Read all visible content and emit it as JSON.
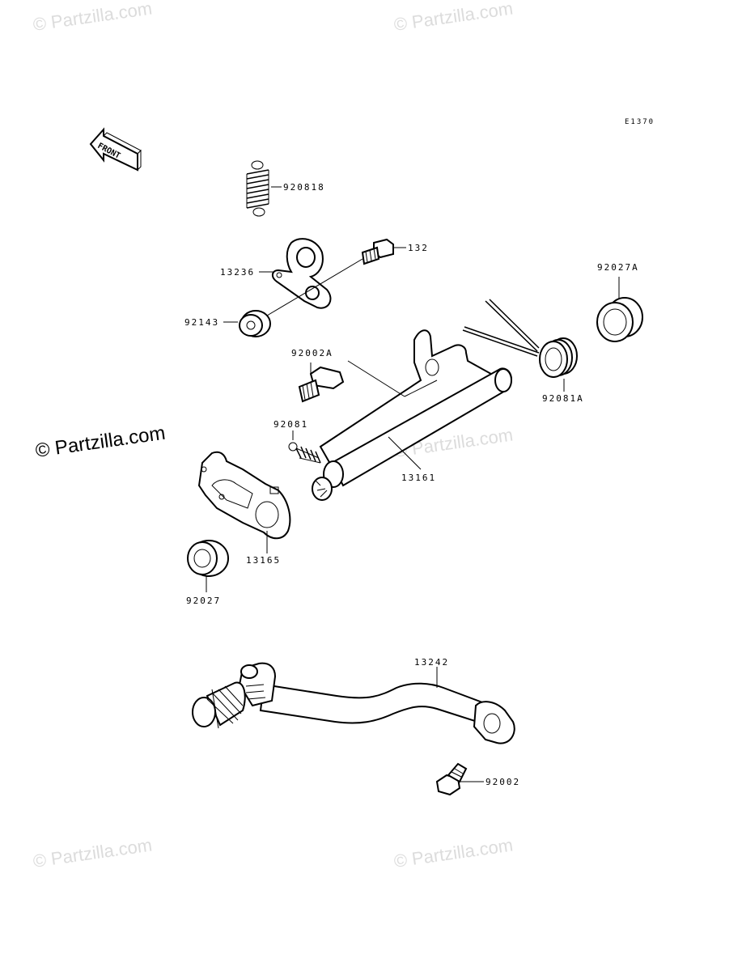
{
  "diagram": {
    "code": "E1370",
    "front_label": "FRONT",
    "watermark_center": "© Partzilla.com",
    "watermarks": [
      "© Partzilla.com",
      "© Partzilla.com",
      "© Partzilla.com",
      "© Partzilla.com",
      "© Partzilla.com"
    ],
    "parts": [
      {
        "number": "920818"
      },
      {
        "number": "132"
      },
      {
        "number": "13236"
      },
      {
        "number": "92143"
      },
      {
        "number": "92027A"
      },
      {
        "number": "92002A"
      },
      {
        "number": "92081A"
      },
      {
        "number": "92081"
      },
      {
        "number": "13161"
      },
      {
        "number": "13165"
      },
      {
        "number": "92027"
      },
      {
        "number": "13242"
      },
      {
        "number": "92002"
      }
    ]
  }
}
